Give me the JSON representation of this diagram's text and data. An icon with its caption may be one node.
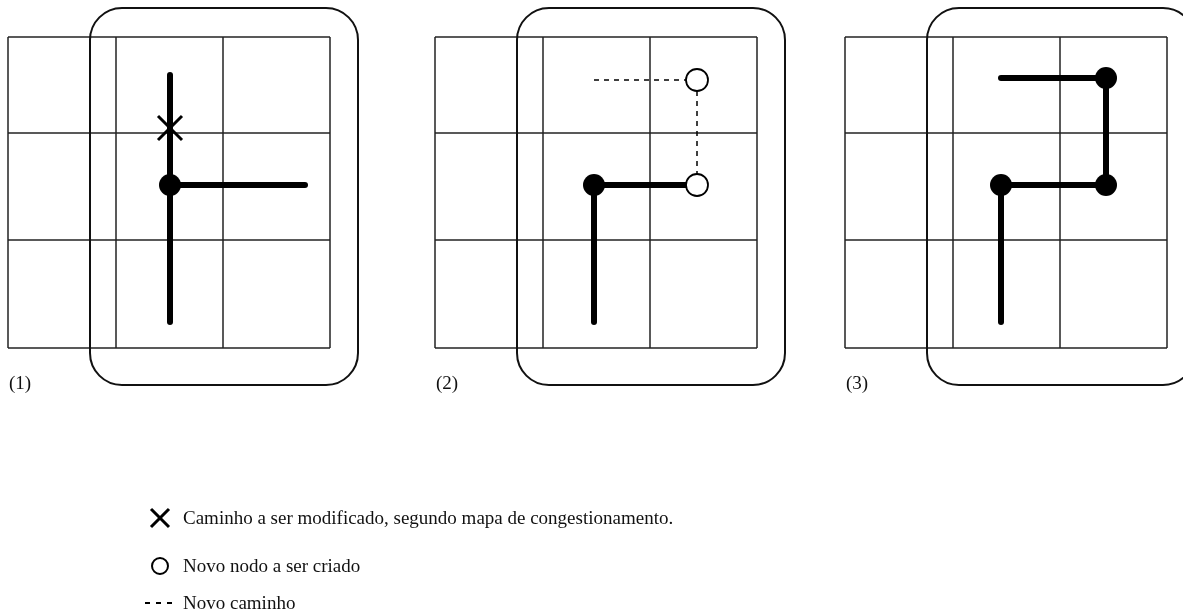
{
  "diagram": {
    "labels": [
      "(1)",
      "(2)",
      "(3)"
    ],
    "legend": [
      {
        "text": "Caminho a ser modificado, segundo mapa de congestionamento."
      },
      {
        "text": "Novo nodo a ser criado"
      },
      {
        "text": "Novo caminho"
      }
    ]
  }
}
